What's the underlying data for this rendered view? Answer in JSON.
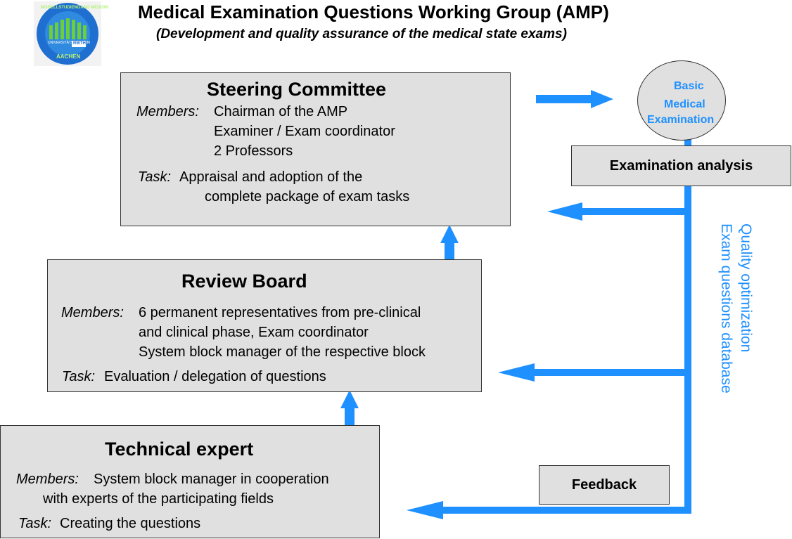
{
  "header": {
    "title": "Medical Examination Questions Working Group (AMP)",
    "subtitle": "(Development and quality assurance of the medical state exams)"
  },
  "logo": {
    "top_text": "MODELLSTUDIENGANG MEDIZIN",
    "inner_text": "UNIVERSITÄTSKLINIKUM",
    "badge": "RWTH",
    "bottom_text": "AACHEN"
  },
  "steering": {
    "title": "Steering Committee",
    "members_label": "Members:",
    "members": [
      "Chairman of the AMP",
      "Examiner / Exam coordinator",
      "2 Professors"
    ],
    "task_label": "Task:",
    "task": [
      "Appraisal and adoption of the",
      "complete package of exam tasks"
    ]
  },
  "review": {
    "title": "Review Board",
    "members_label": "Members:",
    "members": [
      "6 permanent representatives from pre-clinical",
      "and clinical phase, Exam coordinator",
      "System block manager of the respective block"
    ],
    "task_label": "Task:",
    "task": "Evaluation / delegation of questions"
  },
  "expert": {
    "title": "Technical expert",
    "members_label": "Members:",
    "members": [
      "System block manager in cooperation",
      "with experts of the participating fields"
    ],
    "task_label": "Task:",
    "task": "Creating the questions"
  },
  "exam": {
    "circle_lines": [
      "Basic",
      "Medical",
      "Examination"
    ],
    "analysis": "Examination analysis",
    "feedback": "Feedback"
  },
  "side_text": [
    "Quality optimization",
    "Exam questions database"
  ],
  "colors": {
    "accent": "#1e90ff",
    "box_fill": "#e0e0e0",
    "border": "#333333"
  }
}
